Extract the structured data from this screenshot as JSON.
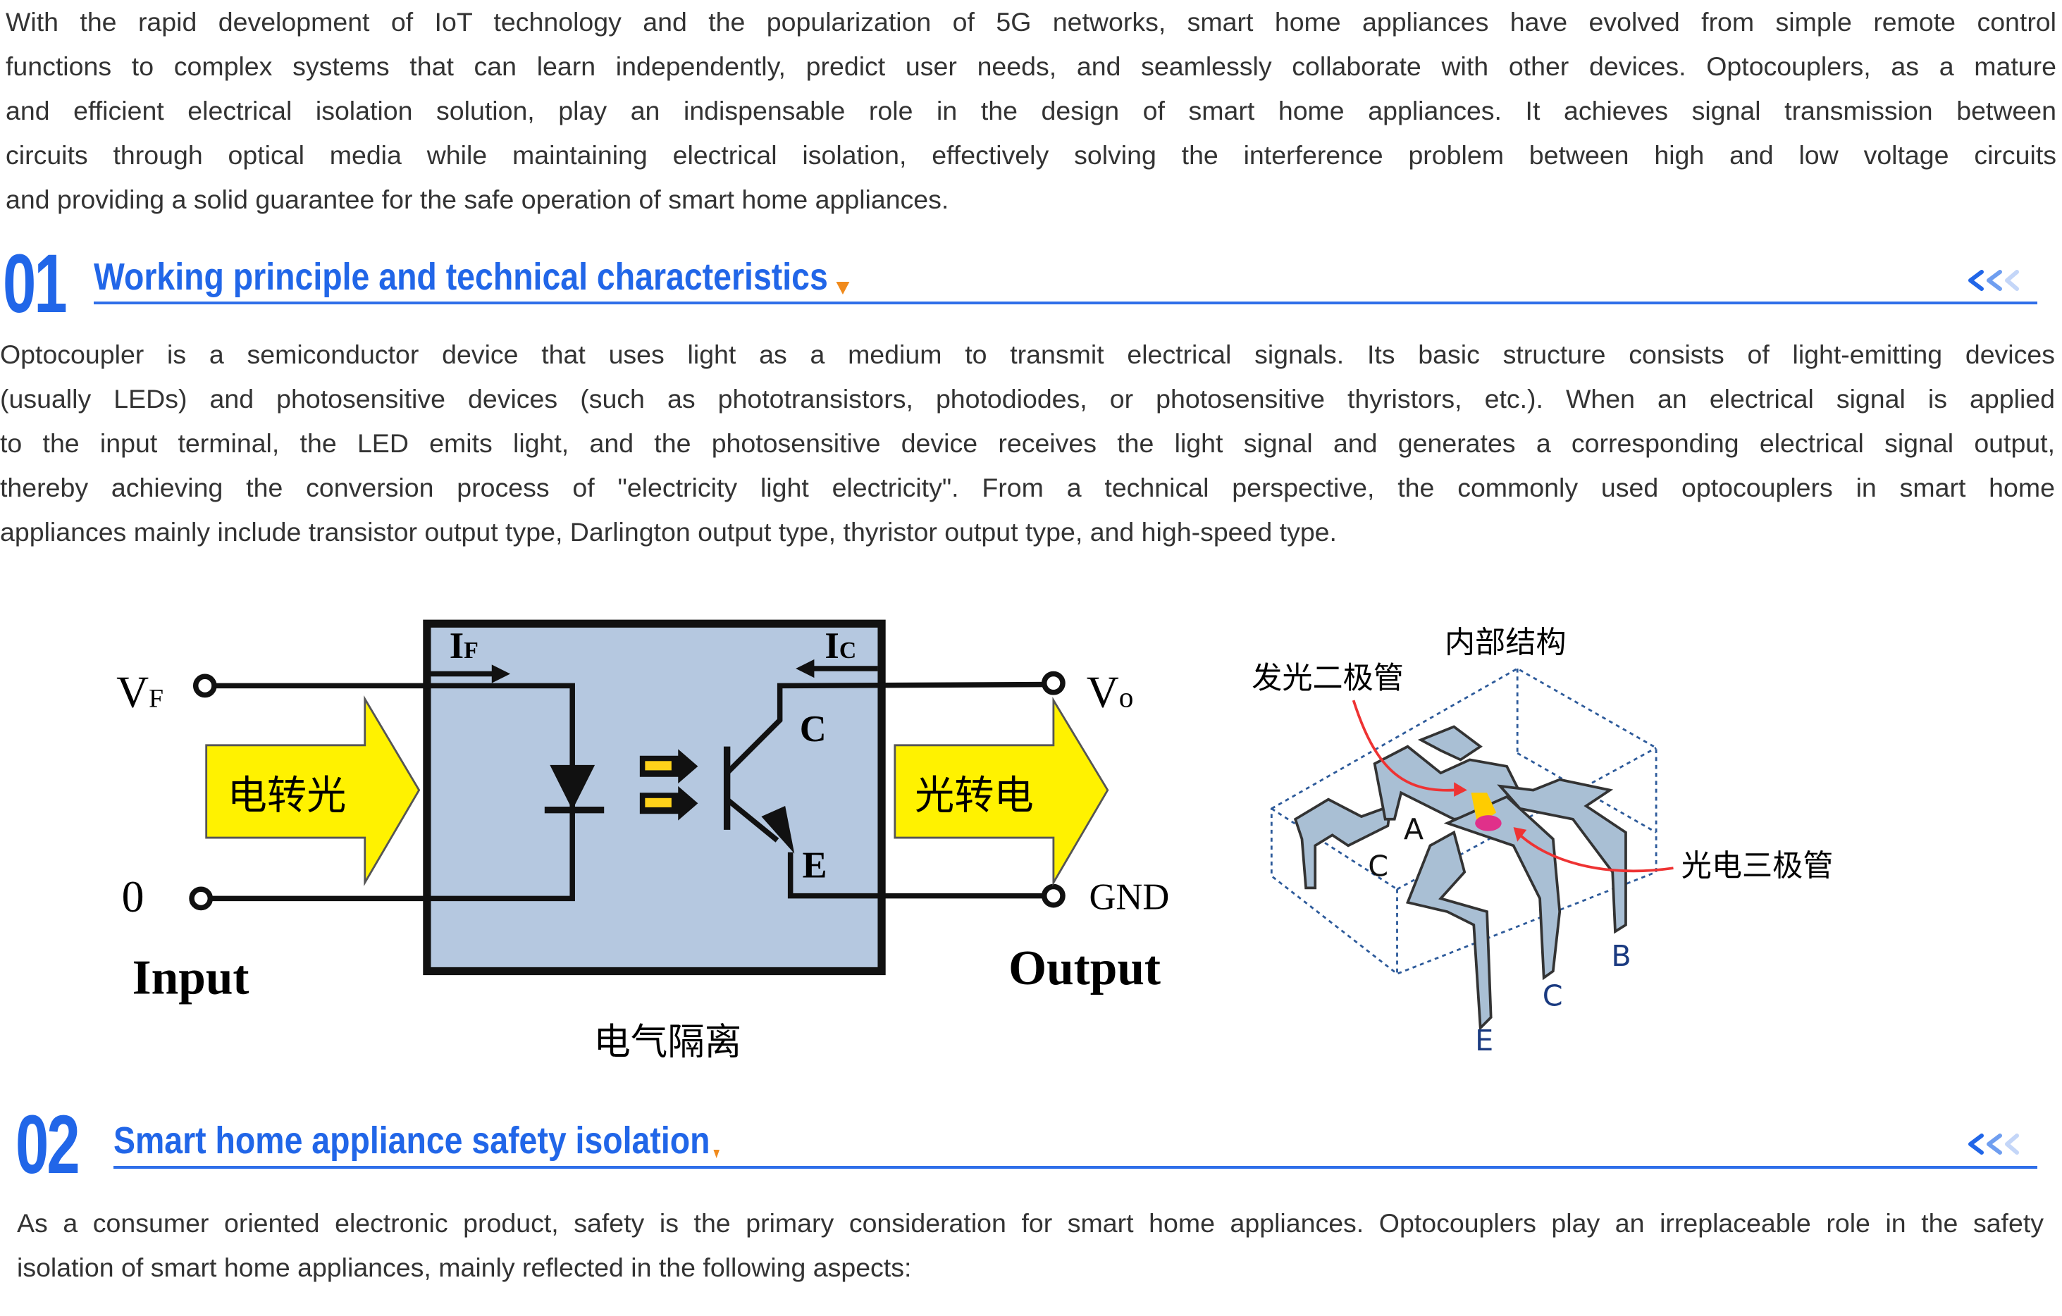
{
  "intro": {
    "lines": [
      "With the rapid development of IoT technology and the popularization of 5G networks, smart home appliances have evolved from simple remote control",
      "functions to complex systems that can learn independently, predict user needs, and seamlessly collaborate with other devices. Optocouplers, as a mature",
      "and efficient electrical isolation solution, play an indispensable role in the design of smart home appliances. It achieves signal transmission between",
      "circuits through optical media while maintaining electrical isolation, effectively solving the interference problem between high and low voltage circuits",
      "and providing a solid guarantee for the safe operation of smart home appliances."
    ]
  },
  "sections": [
    {
      "number": "01",
      "title": "Working principle and technical characteristics",
      "more_icon": "triple-chevron-left-icon",
      "lines": [
        "Optocoupler is a semiconductor device that uses light as a medium to transmit electrical signals. Its basic structure consists of light-emitting devices",
        "(usually LEDs) and photosensitive devices (such as phototransistors, photodiodes, or photosensitive thyristors, etc.). When an electrical signal is applied",
        "to the input terminal, the LED emits light, and the photosensitive device receives the light signal and generates a corresponding electrical signal output,",
        "thereby achieving the conversion process of \"electricity light electricity\". From a technical perspective, the commonly used optocouplers in smart home",
        "appliances mainly include transistor output type, Darlington output type, thyristor output type, and high-speed type."
      ]
    },
    {
      "number": "02",
      "title": "Smart home appliance safety isolation",
      "more_icon": "triple-chevron-left-icon",
      "lines": [
        "As a consumer oriented electronic product, safety is the primary consideration for smart home appliances. Optocouplers play an irreplaceable role in the safety",
        "isolation of smart home appliances, mainly reflected in the following aspects:"
      ]
    }
  ],
  "circuit_diagram": {
    "vf": "V",
    "vf_sub": "F",
    "zero": "0",
    "if": "I",
    "if_sub": "F",
    "ic": "I",
    "ic_sub": "C",
    "c": "C",
    "e": "E",
    "vo": "V",
    "vo_sub": "o",
    "gnd": "GND",
    "left_arrow": "电转光",
    "right_arrow": "光转电",
    "input": "Input",
    "output": "Output",
    "caption": "电气隔离"
  },
  "structure_diagram": {
    "title": "内部结构",
    "led_label": "发光二极管",
    "phototransistor_label": "光电三极管",
    "pins": {
      "a": "A",
      "c_left": "C",
      "b": "B",
      "c_right": "C",
      "e": "E"
    }
  },
  "colors": {
    "accent": "#2166e8",
    "marker": "#f08a1c",
    "text": "#333333",
    "highlight": "#fff200",
    "package": "#b5c8e0"
  }
}
